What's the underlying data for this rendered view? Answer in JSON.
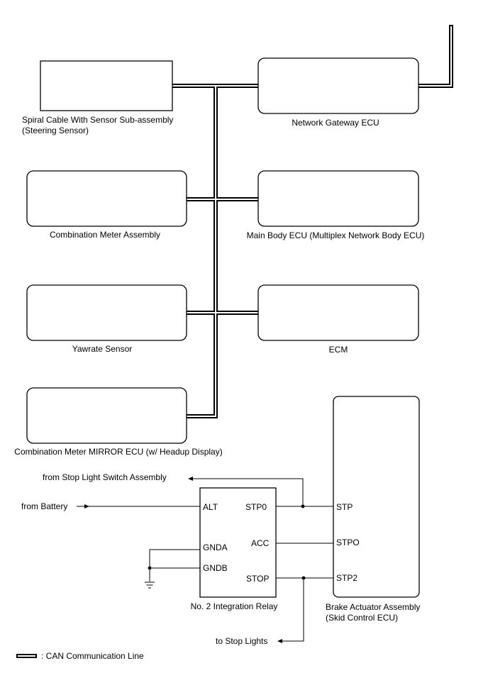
{
  "components": {
    "spiral_cable": {
      "line1": "Spiral Cable With Sensor Sub-assembly",
      "line2": "(Steering Sensor)"
    },
    "network_gateway": "Network Gateway ECU",
    "combination_meter": "Combination Meter Assembly",
    "main_body_ecu": "Main Body ECU (Multiplex Network Body ECU)",
    "yawrate_sensor": "Yawrate Sensor",
    "ecm": "ECM",
    "mirror_ecu": "Combination Meter MIRROR ECU (w/ Headup Display)",
    "integration_relay": "No. 2 Integration Relay",
    "brake_actuator": {
      "line1": "Brake Actuator Assembly",
      "line2": "(Skid Control ECU)"
    }
  },
  "signals": {
    "from_stop_light_switch": "from Stop Light Switch Assembly",
    "from_battery": "from Battery",
    "to_stop_lights": "to Stop Lights"
  },
  "relay_pins": {
    "alt": "ALT",
    "stp0": "STP0",
    "gnda": "GNDA",
    "acc": "ACC",
    "gndb": "GNDB",
    "stop": "STOP"
  },
  "actuator_pins": {
    "stp": "STP",
    "stpo": "STPO",
    "stp2": "STP2"
  },
  "legend": {
    "can_line": ": CAN Communication Line"
  }
}
